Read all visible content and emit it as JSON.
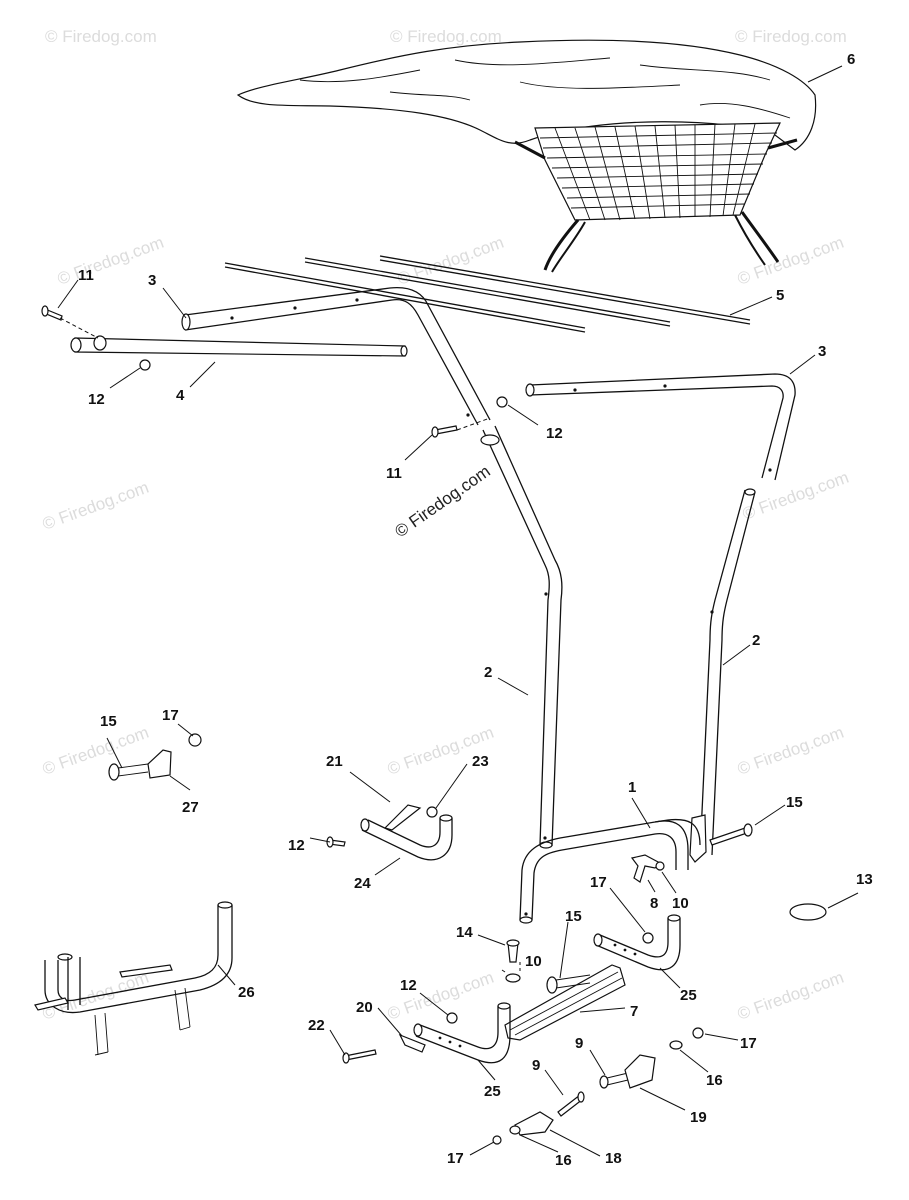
{
  "watermarks": {
    "main": "© Firedog.com",
    "faint": "© Firedog.com"
  },
  "callouts": [
    {
      "id": "6",
      "label": "6"
    },
    {
      "id": "5",
      "label": "5"
    },
    {
      "id": "11a",
      "label": "11"
    },
    {
      "id": "3a",
      "label": "3"
    },
    {
      "id": "12a",
      "label": "12"
    },
    {
      "id": "4",
      "label": "4"
    },
    {
      "id": "3b",
      "label": "3"
    },
    {
      "id": "12b",
      "label": "12"
    },
    {
      "id": "11b",
      "label": "11"
    },
    {
      "id": "2a",
      "label": "2"
    },
    {
      "id": "2b",
      "label": "2"
    },
    {
      "id": "15a",
      "label": "15"
    },
    {
      "id": "17a",
      "label": "17"
    },
    {
      "id": "27",
      "label": "27"
    },
    {
      "id": "21",
      "label": "21"
    },
    {
      "id": "23",
      "label": "23"
    },
    {
      "id": "1",
      "label": "1"
    },
    {
      "id": "15b",
      "label": "15"
    },
    {
      "id": "12c",
      "label": "12"
    },
    {
      "id": "24",
      "label": "24"
    },
    {
      "id": "8",
      "label": "8"
    },
    {
      "id": "10a",
      "label": "10"
    },
    {
      "id": "13",
      "label": "13"
    },
    {
      "id": "17b",
      "label": "17"
    },
    {
      "id": "14",
      "label": "14"
    },
    {
      "id": "15c",
      "label": "15"
    },
    {
      "id": "10b",
      "label": "10"
    },
    {
      "id": "25a",
      "label": "25"
    },
    {
      "id": "26",
      "label": "26"
    },
    {
      "id": "12d",
      "label": "12"
    },
    {
      "id": "7",
      "label": "7"
    },
    {
      "id": "20",
      "label": "20"
    },
    {
      "id": "22",
      "label": "22"
    },
    {
      "id": "25b",
      "label": "25"
    },
    {
      "id": "9a",
      "label": "9"
    },
    {
      "id": "17c",
      "label": "17"
    },
    {
      "id": "9b",
      "label": "9"
    },
    {
      "id": "16a",
      "label": "16"
    },
    {
      "id": "19",
      "label": "19"
    },
    {
      "id": "17d",
      "label": "17"
    },
    {
      "id": "16b",
      "label": "16"
    },
    {
      "id": "18",
      "label": "18"
    }
  ]
}
